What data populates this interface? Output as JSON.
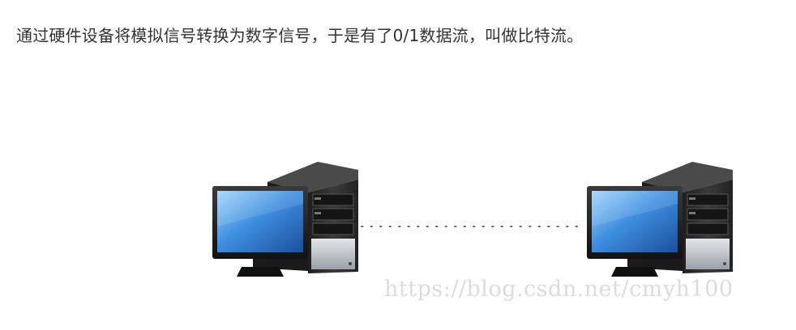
{
  "text": {
    "paragraph": "通过硬件设备将模拟信号转换为数字信号，于是有了0/1数据流，叫做比特流。"
  },
  "figure": {
    "left_computer": "computer-icon",
    "right_computer": "computer-icon",
    "connection": "dotted-line",
    "colors": {
      "screen": "#3b7fd0",
      "tower": "#2b2b2b",
      "panel": "#bfc4c9"
    }
  },
  "watermark": "https://blog.csdn.net/cmyh100"
}
